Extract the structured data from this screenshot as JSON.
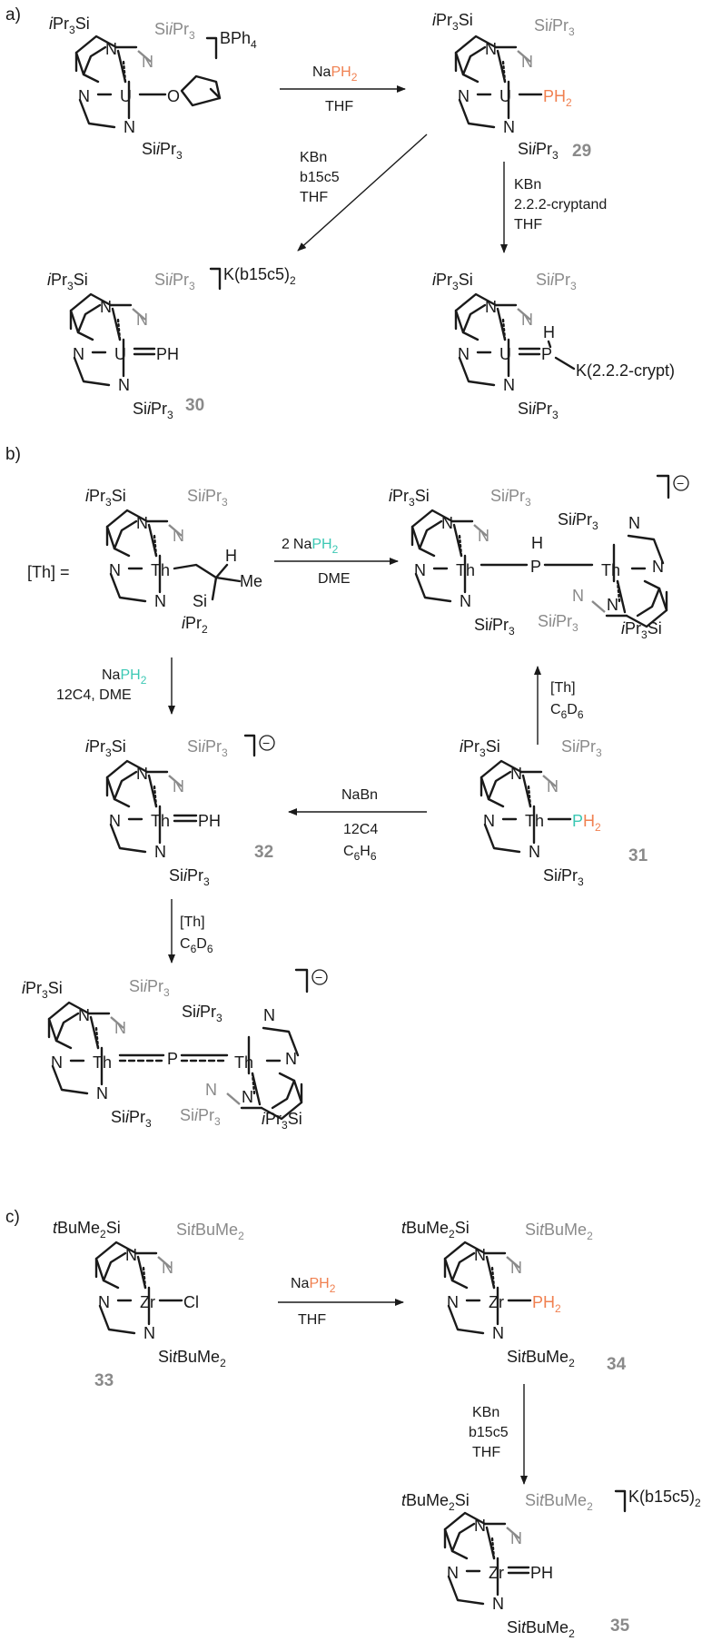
{
  "colors": {
    "ink": "#1a1a1a",
    "gray_substituent": "#8a8a8a",
    "phosphorus_orange": "#f08050",
    "phosphorus_cyan": "#3cc8b4",
    "thorium_red": "#a01818"
  },
  "panels": {
    "a": "a)",
    "b": "b)",
    "c": "c)"
  },
  "atoms": {
    "U": "U",
    "Th": "Th",
    "Zr": "Zr",
    "N": "N",
    "O": "O",
    "Cl": "Cl",
    "P": "P",
    "H": "H",
    "Na": "Na",
    "K": "K",
    "Me": "Me"
  },
  "groups": {
    "iPr3Si_prefix": "i",
    "iPr3Si_main": "Pr",
    "iPr3Si_sub": "3",
    "iPr3Si_tail": "Si",
    "SiiPr3_head": "Si",
    "SiiPr3_i": "i",
    "SiiPr3_main": "Pr",
    "SiiPr3_sub": "3",
    "iPr2_i": "i",
    "iPr2_main": "Pr",
    "iPr2_sub": "2",
    "tBu_t": "t",
    "tBu_main": "BuMe",
    "tBu_sub": "2",
    "tBu_tail": "Si",
    "SitBu_head": "Si",
    "SitBu_t": "t",
    "SitBu_main": "BuMe",
    "SitBu_sub": "2"
  },
  "counterions": {
    "BPh": "BPh",
    "BPh_sub": "4",
    "Kb15c5": "K(b15c5)",
    "Kb15c5_sub": "2",
    "Kcrypt": "K(2.2.2-crypt)"
  },
  "reagents": {
    "NaPH2_Na": "Na",
    "NaPH2_P": "PH",
    "NaPH2_sub": "2",
    "NaPH2_coef": "2",
    "THF": "THF",
    "DME": "DME",
    "KBn": "KBn",
    "b15c5": "b15c5",
    "cryptand": "2.2.2-cryptand",
    "NaBn": "NaBn",
    "12C4": "12C4",
    "12C4_DME": "12C4, DME",
    "C6H6_C": "C",
    "C6H6_6a": "6",
    "C6H6_H": "H",
    "C6H6_6b": "6",
    "C6D6_C": "C",
    "C6D6_6a": "6",
    "C6D6_D": "D",
    "C6D6_6b": "6",
    "Th_bracket": "[Th]",
    "Th_equals": "[Th] ="
  },
  "compounds": {
    "c29": "29",
    "c30": "30",
    "c31": "31",
    "c32": "32",
    "c33": "33",
    "c34": "34",
    "c35": "35"
  },
  "charge": {
    "minus": "−"
  }
}
